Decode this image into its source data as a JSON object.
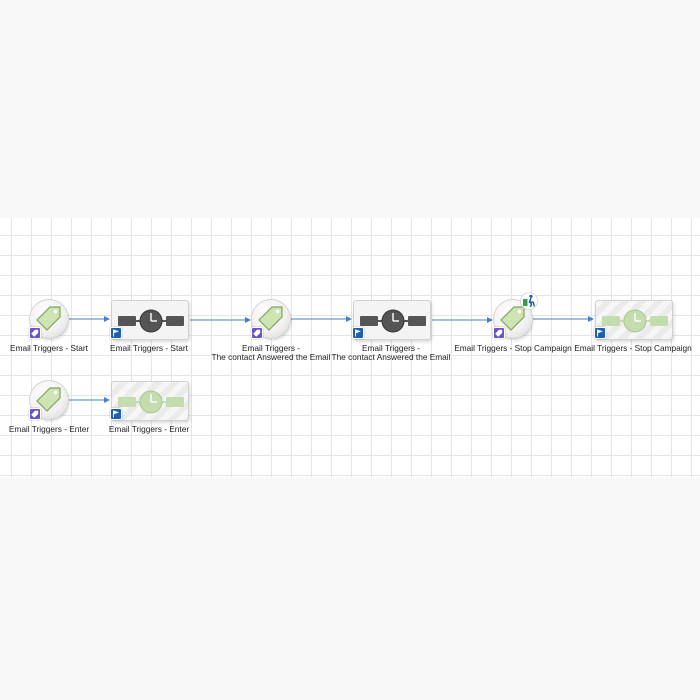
{
  "colors": {
    "connector": "#4a7fc1",
    "tag_fill": "#cfe3b4",
    "tag_stroke": "#7ea85a",
    "badge_tag": "#6a52c8",
    "badge_flag": "#1d5fb0",
    "wait_dark": "#555555",
    "wait_light": "#c4dcae"
  },
  "nodes": [
    {
      "id": "trigger-start",
      "kind": "trigger",
      "badge": "tag-icon",
      "lines": [
        "Email Triggers - Start"
      ]
    },
    {
      "id": "wait-start",
      "kind": "wait-dark",
      "badge": "flag-icon",
      "lines": [
        "Email Triggers - Start"
      ]
    },
    {
      "id": "trigger-answered",
      "kind": "trigger",
      "badge": "tag-icon",
      "lines": [
        "Email Triggers -",
        "The contact Answered the Email"
      ]
    },
    {
      "id": "wait-answered",
      "kind": "wait-dark",
      "badge": "flag-icon",
      "lines": [
        "Email Triggers -",
        "The contact Answered the Email"
      ]
    },
    {
      "id": "trigger-stop",
      "kind": "trigger",
      "badge": "tag-icon",
      "overlay": "exit-person-icon",
      "lines": [
        "Email Triggers - Stop Campaign"
      ]
    },
    {
      "id": "wait-stop",
      "kind": "wait-light",
      "badge": "flag-icon",
      "lines": [
        "Email Triggers - Stop Campaign"
      ]
    },
    {
      "id": "trigger-enter",
      "kind": "trigger",
      "badge": "tag-icon",
      "lines": [
        "Email Triggers - Enter"
      ]
    },
    {
      "id": "wait-enter",
      "kind": "wait-light",
      "badge": "flag-icon",
      "lines": [
        "Email Triggers - Enter"
      ]
    }
  ],
  "connections": [
    {
      "from": "trigger-start",
      "to": "wait-start"
    },
    {
      "from": "wait-start",
      "to": "trigger-answered"
    },
    {
      "from": "trigger-answered",
      "to": "wait-answered"
    },
    {
      "from": "wait-answered",
      "to": "trigger-stop"
    },
    {
      "from": "trigger-stop",
      "to": "wait-stop"
    },
    {
      "from": "trigger-enter",
      "to": "wait-enter"
    }
  ]
}
